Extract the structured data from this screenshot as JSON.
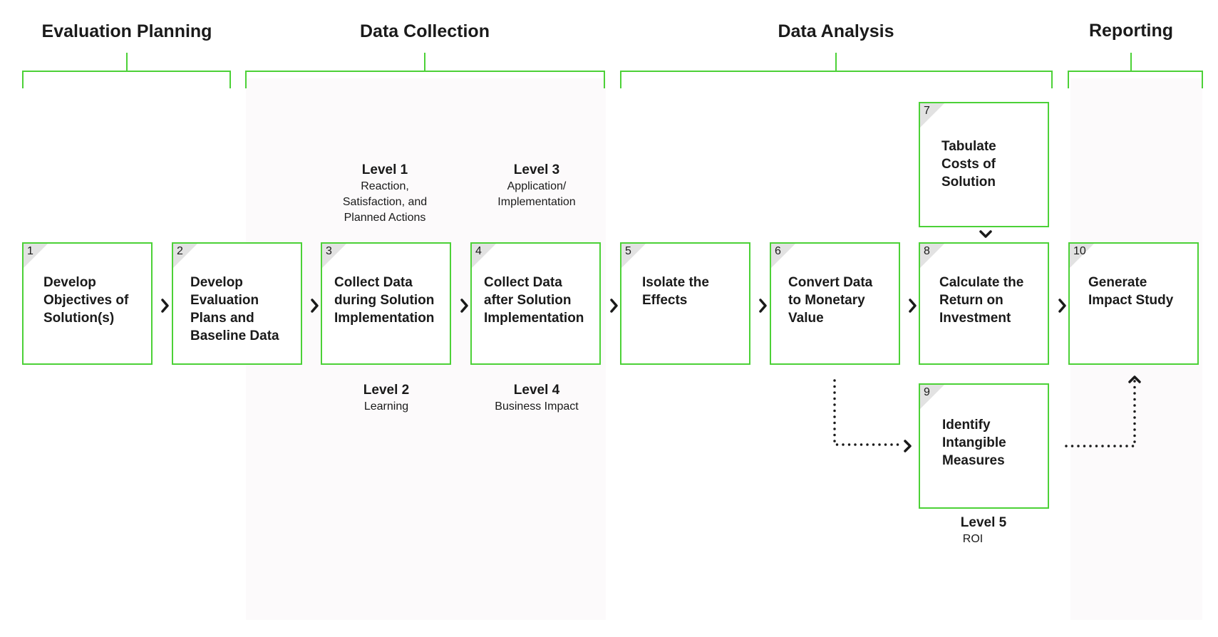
{
  "phases": {
    "planning": "Evaluation Planning",
    "collection": "Data Collection",
    "analysis": "Data Analysis",
    "reporting": "Reporting"
  },
  "steps": [
    {
      "num": "1",
      "label": "Develop\nObjectives of\nSolution(s)"
    },
    {
      "num": "2",
      "label": "Develop\nEvaluation\nPlans and\nBaseline Data"
    },
    {
      "num": "3",
      "label": "Collect Data\nduring Solution\nImplementation"
    },
    {
      "num": "4",
      "label": "Collect Data\nafter Solution\nImplementation"
    },
    {
      "num": "5",
      "label": "Isolate the\nEffects"
    },
    {
      "num": "6",
      "label": "Convert Data\nto Monetary\nValue"
    },
    {
      "num": "7",
      "label": "Tabulate\nCosts of\nSolution"
    },
    {
      "num": "8",
      "label": "Calculate the\nReturn on\nInvestment"
    },
    {
      "num": "9",
      "label": "Identify\nIntangible\nMeasures"
    },
    {
      "num": "10",
      "label": "Generate\nImpact Study"
    }
  ],
  "levels": [
    {
      "title": "Level 1",
      "sub": "Reaction,\nSatisfaction, and\nPlanned Actions"
    },
    {
      "title": "Level 2",
      "sub": "Learning"
    },
    {
      "title": "Level 3",
      "sub": "Application/\nImplementation"
    },
    {
      "title": "Level 4",
      "sub": "Business Impact"
    },
    {
      "title": "Level 5",
      "sub": "ROI"
    }
  ],
  "colors": {
    "accent": "#4cd137",
    "text": "#1a1a1a",
    "corner": "#e2e2e2"
  },
  "icons": {
    "arrow": "chevron-right-icon",
    "flow": "dotted-arrow-icon"
  }
}
